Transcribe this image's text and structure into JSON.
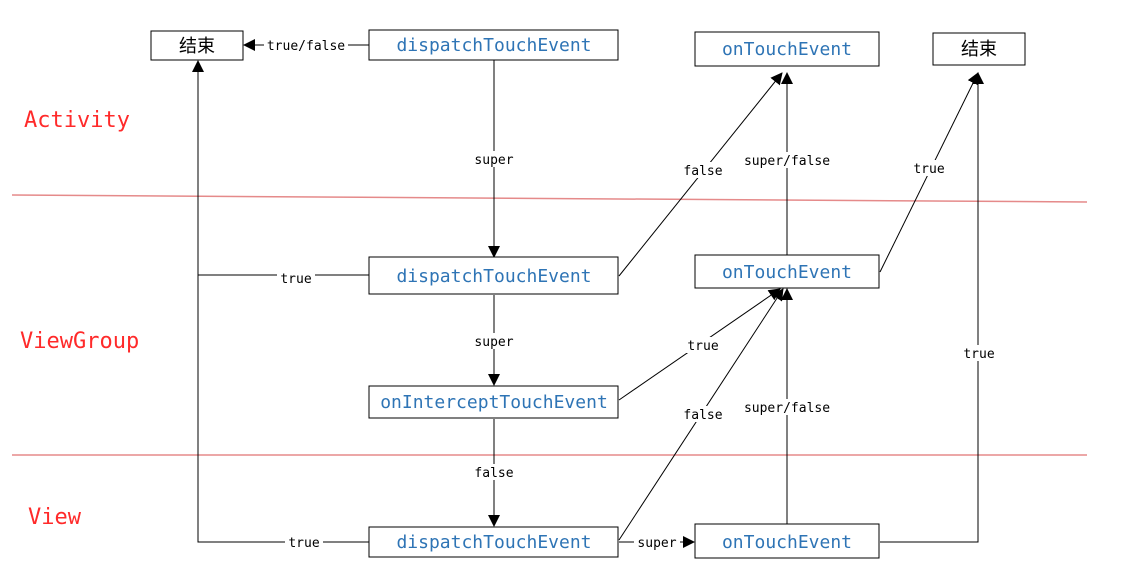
{
  "layers": {
    "activity": "Activity",
    "viewgroup": "ViewGroup",
    "view": "View"
  },
  "nodes": {
    "end_left": "结束",
    "end_right": "结束",
    "activity_dispatch": "dispatchTouchEvent",
    "activity_ontouch": "onTouchEvent",
    "viewgroup_dispatch": "dispatchTouchEvent",
    "viewgroup_intercept": "onInterceptTouchEvent",
    "viewgroup_ontouch": "onTouchEvent",
    "view_dispatch": "dispatchTouchEvent",
    "view_ontouch": "onTouchEvent"
  },
  "edges": {
    "act_dispatch_to_end": "true/false",
    "act_dispatch_to_vg_dispatch": "super",
    "vg_dispatch_to_act_ontouch": "false",
    "vg_ontouch_to_act_ontouch": "super/false",
    "vg_ontouch_to_end_right": "true",
    "vg_dispatch_to_end_left": "true",
    "vg_dispatch_to_intercept": "super",
    "intercept_to_vg_ontouch": "true",
    "intercept_to_view_dispatch": "false",
    "view_dispatch_to_vg_ontouch": "false",
    "view_ontouch_to_vg_ontouch": "super/false",
    "view_ontouch_to_end_right": "true",
    "view_dispatch_to_end_left": "true",
    "view_dispatch_to_view_ontouch": "super"
  }
}
